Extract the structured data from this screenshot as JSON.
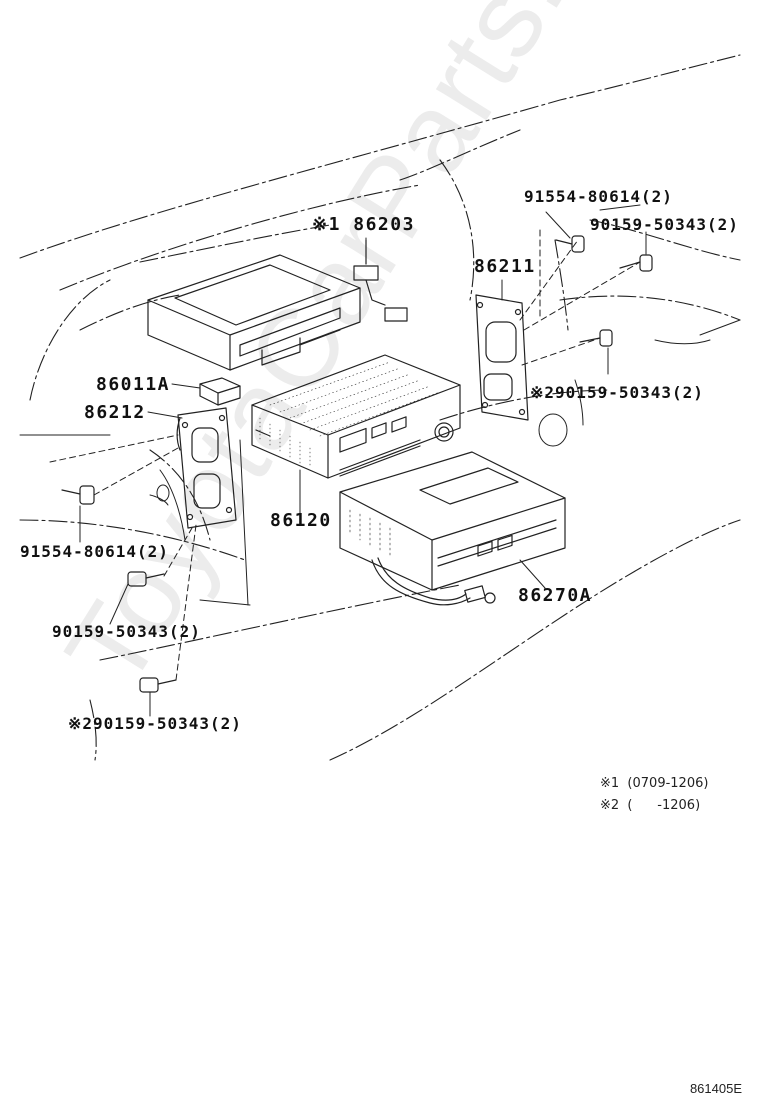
{
  "watermark": "ToyotaCarParts.ru",
  "parts": {
    "p_86203": "※1 86203",
    "p_86211": "86211",
    "p_91554_top": "91554-80614(2)",
    "p_90159_top": "90159-50343(2)",
    "p_90159_right": "※290159-50343(2)",
    "p_86011A": "86011A",
    "p_86212": "86212",
    "p_86120": "86120",
    "p_86270A": "86270A",
    "p_91554_left": "91554-80614(2)",
    "p_90159_left": "90159-50343(2)",
    "p_90159_bottom": "※290159-50343(2)"
  },
  "notes": {
    "note1": "※1  (0709-1206)",
    "note2": "※2  (      -1206)"
  },
  "diagram_id": "861405E"
}
